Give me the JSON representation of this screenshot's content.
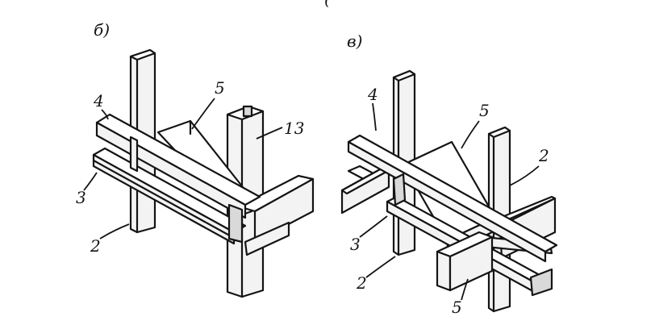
{
  "figure": {
    "top_fragment": "(",
    "panels": [
      {
        "id": "b",
        "letter": "б)",
        "labels": {
          "beam_top": "4",
          "cross_beam": "5",
          "post_right": "13",
          "beam_low": "3",
          "post_left": "2"
        }
      },
      {
        "id": "v",
        "letter": "в)",
        "labels": {
          "beam_top": "4",
          "cross_beam_top": "5",
          "post_right": "2",
          "beam_low": "3",
          "post_left": "2",
          "cross_beam_low": "5"
        }
      }
    ]
  },
  "colors": {
    "ink": "#141414",
    "paper": "#ffffff"
  }
}
